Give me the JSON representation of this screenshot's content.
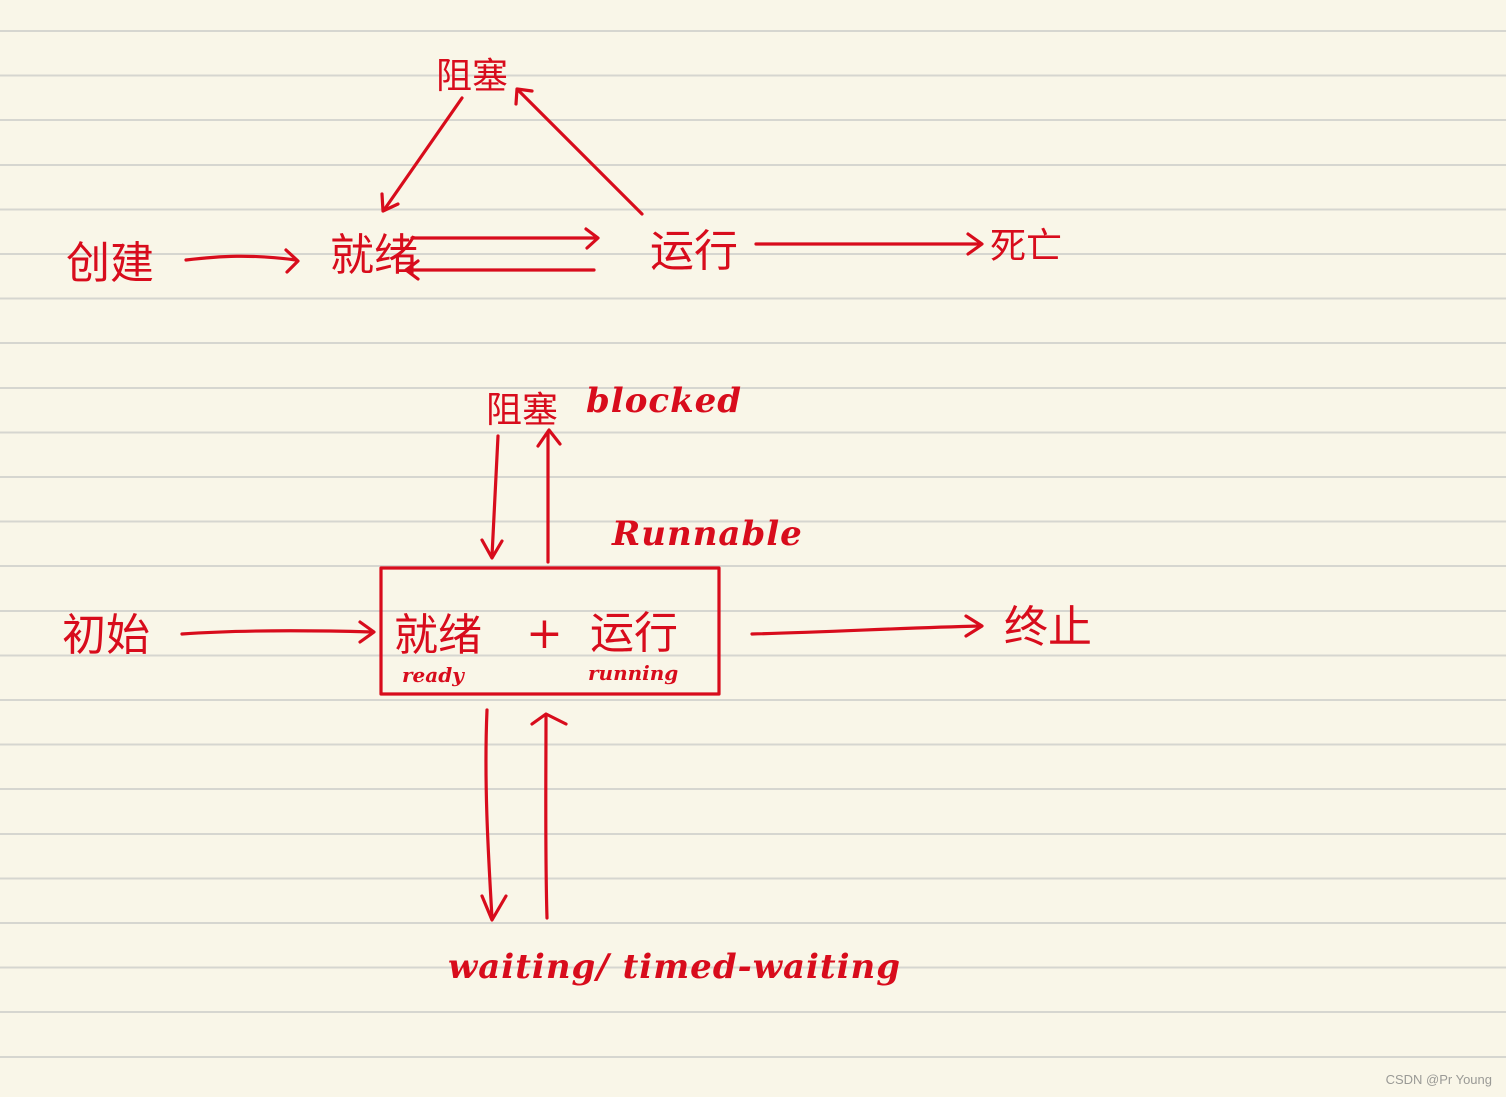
{
  "diagram_top": {
    "nodes": {
      "create": "创建",
      "ready": "就绪",
      "run": "运行",
      "dead": "死亡",
      "blocked": "阻塞"
    }
  },
  "diagram_bottom": {
    "nodes": {
      "init": "初始",
      "blocked_cn": "阻塞",
      "blocked_en": "blocked",
      "runnable": "Runnable",
      "ready_cn": "就绪",
      "plus": "+",
      "run_cn": "运行",
      "ready_en": "ready",
      "run_en": "running",
      "terminate": "终止",
      "waiting": "waiting/ timed-waiting"
    }
  },
  "watermark": "CSDN @Pr Young",
  "colors": {
    "ink": "#d80c1c",
    "paper": "#f9f6e8",
    "rule": "#d6d6d0"
  }
}
